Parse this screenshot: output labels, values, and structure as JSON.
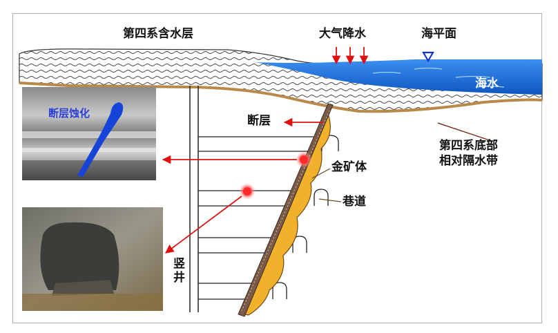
{
  "labels": {
    "quaternary_aquifer": "第四系含水层",
    "precipitation": "大气降水",
    "sea_level": "海平面",
    "sea_water": "海水",
    "fault": "断层",
    "quaternary_bottom_line1": "第四系底部",
    "quaternary_bottom_line2": "相对隔水带",
    "ore_body": "金矿体",
    "roadway": "巷道",
    "shaft": "竖井",
    "fault_alteration": "断层蚀化"
  },
  "colors": {
    "sea": "#1a73d9",
    "ore": "#f2b12a",
    "fault": "#6b4a3a",
    "arrow": "#e01010",
    "sea_level_marker": "#1030d0",
    "bottom_line": "#b88a4a"
  }
}
